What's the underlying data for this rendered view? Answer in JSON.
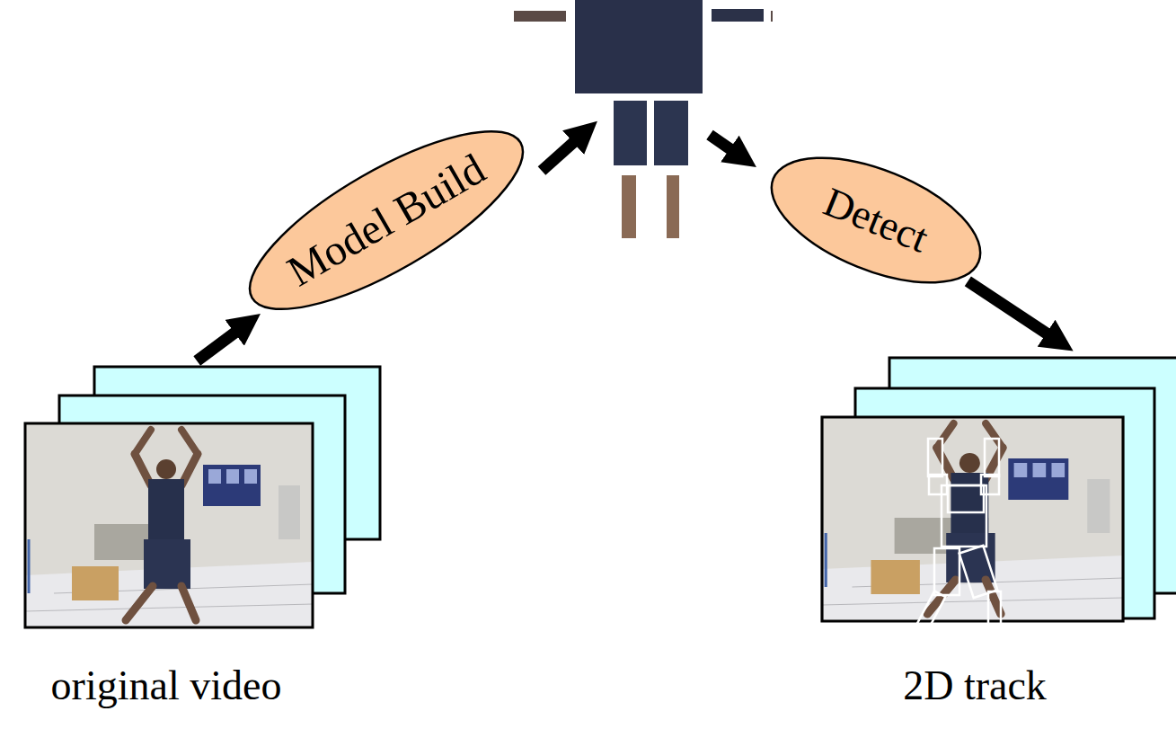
{
  "diagram": {
    "nodes": [
      {
        "text": [
          "original video"
        ]
      },
      {
        "text": [
          "Model Build"
        ]
      },
      {
        "text": [
          "Detect"
        ]
      },
      {
        "text": [
          "2D track"
        ]
      }
    ],
    "edges": [
      {
        "from": 0,
        "to": 1,
        "arrow": "to"
      },
      {
        "from": 2,
        "to": 3,
        "arrow": "to"
      }
    ]
  }
}
